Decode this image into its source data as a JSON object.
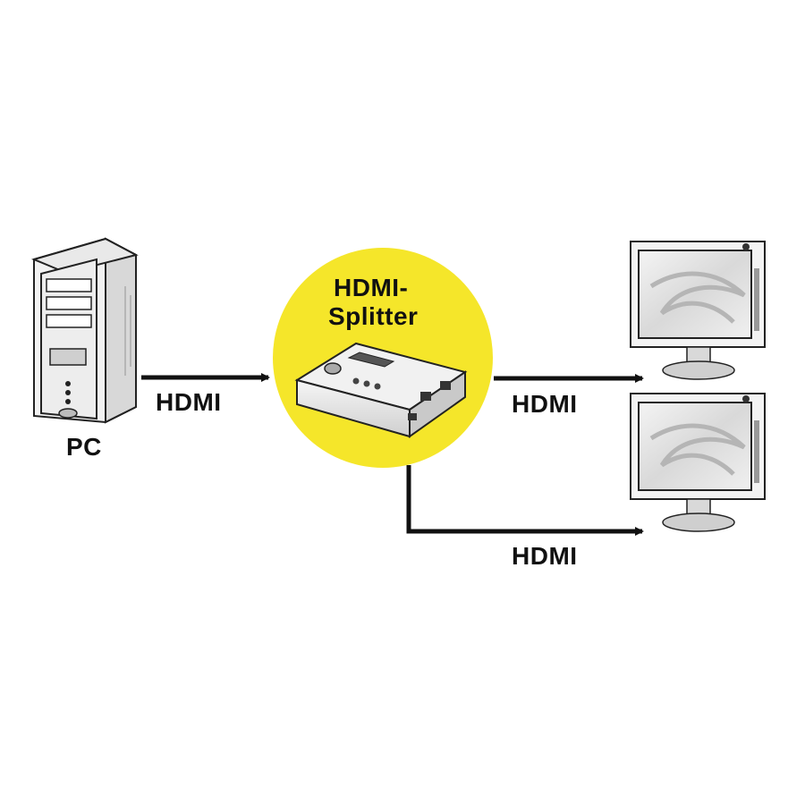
{
  "labels": {
    "pc": "PC",
    "cable_in": "HDMI",
    "cable_out_1": "HDMI",
    "cable_out_2": "HDMI",
    "splitter_line1": "HDMI-",
    "splitter_line2": "Splitter"
  },
  "icons": {
    "source": "pc-tower-icon",
    "device": "hdmi-splitter-box-icon",
    "display_1": "monitor-icon",
    "display_2": "monitor-icon"
  },
  "colors": {
    "splitter_circle": "#f5e62a",
    "arrows": "#111111"
  }
}
